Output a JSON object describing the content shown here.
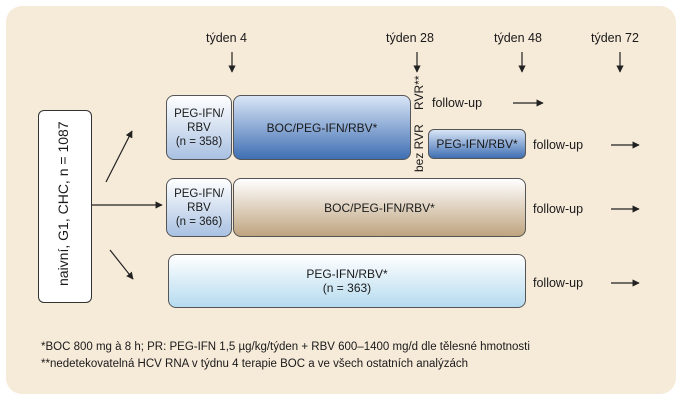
{
  "population": {
    "label": "naivní, G1, CHC, n = 1087"
  },
  "timepoints": [
    "týden 4",
    "týden 28",
    "týden 48",
    "týden 72"
  ],
  "arm1": {
    "lead_in": "PEG-IFN/ RBV (n = 358)",
    "lead_in_lines": [
      "PEG-IFN/",
      "RBV",
      "(n = 358)"
    ],
    "treatment": "BOC/PEG-IFN/RBV*",
    "rvr_label": "RVR**",
    "no_rvr_label": "bez RVR",
    "continuation": "PEG-IFN/RBV*",
    "followup_rvr": "follow-up",
    "followup": "follow-up"
  },
  "arm2": {
    "lead_in": "PEG-IFN/ RBV (n = 366)",
    "lead_in_lines": [
      "PEG-IFN/",
      "RBV",
      "(n = 366)"
    ],
    "treatment": "BOC/PEG-IFN/RBV*",
    "followup": "follow-up"
  },
  "arm3": {
    "treatment": "PEG-IFN/RBV*",
    "n": "(n = 363)",
    "followup": "follow-up"
  },
  "footnotes": [
    "*BOC 800 mg à 8 h; PR: PEG-IFN 1,5 µg/kg/týden + RBV 600–1400 mg/d dle tělesné hmotnosti",
    "**nedetekovatelná HCV RNA v týdnu 4 terapie BOC a ve všech ostatních analýzách"
  ],
  "colors": {
    "panel": "#f6ead9",
    "dark_blue": "#3f6fb3",
    "light_blue": "#a9c1e2",
    "brown": "#bfa47f",
    "sky": "#b5dbef"
  }
}
